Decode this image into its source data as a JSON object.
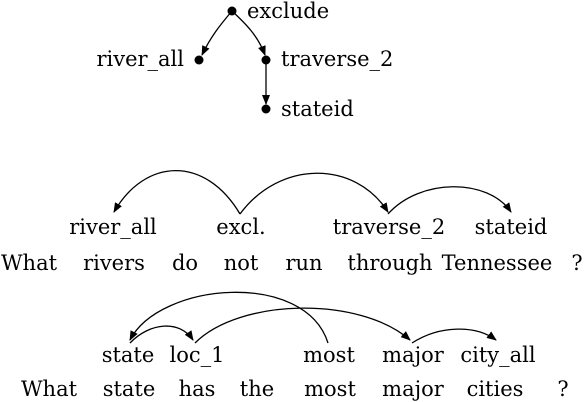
{
  "tree": {
    "root": "exclude",
    "left_child": "river_all",
    "right_child": "traverse_2",
    "grandchild": "stateid"
  },
  "example1": {
    "labels": [
      "river_all",
      "excl.",
      "traverse_2",
      "stateid"
    ],
    "words": [
      "What",
      "rivers",
      "do",
      "not",
      "run",
      "through",
      "Tennessee",
      "?"
    ]
  },
  "example2": {
    "labels": [
      "state",
      "loc_1",
      "most",
      "major",
      "city_all"
    ],
    "words": [
      "What",
      "state",
      "has",
      "the",
      "most",
      "major",
      "cities",
      "?"
    ]
  },
  "colors": {
    "ink": "#000000",
    "background": "#ffffff"
  }
}
